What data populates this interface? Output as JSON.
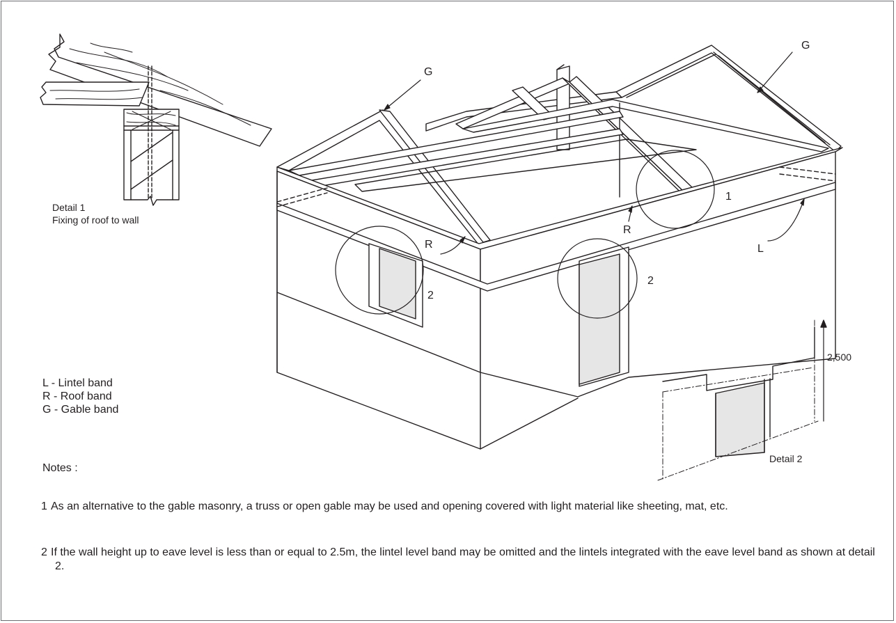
{
  "labels": {
    "gable": "G",
    "roof": "R",
    "lintel": "L",
    "detail_1_marker": "1",
    "detail_2_marker": "2",
    "height_dimension": "2,500"
  },
  "details": {
    "detail_1_title": "Detail 1",
    "detail_1_caption": "Fixing of roof to wall",
    "detail_2_title": "Detail 2"
  },
  "legend": [
    "L - Lintel band",
    "R - Roof band",
    "G - Gable band"
  ],
  "notes": {
    "title": "Notes :",
    "items": [
      {
        "number": "1",
        "text": "As an alternative to the gable masonry, a truss or open gable may be used  and opening covered with light material like sheeting, mat, etc."
      },
      {
        "number": "2",
        "text": "If the wall height up to eave level is less than or equal to 2.5m, the lintel level  band may be omitted and the lintels integrated with the eave level band as shown at detail 2."
      }
    ]
  },
  "colors": {
    "line": "#231f20",
    "door_fill": "#e6e6e6",
    "frame": "#6d6e71"
  }
}
